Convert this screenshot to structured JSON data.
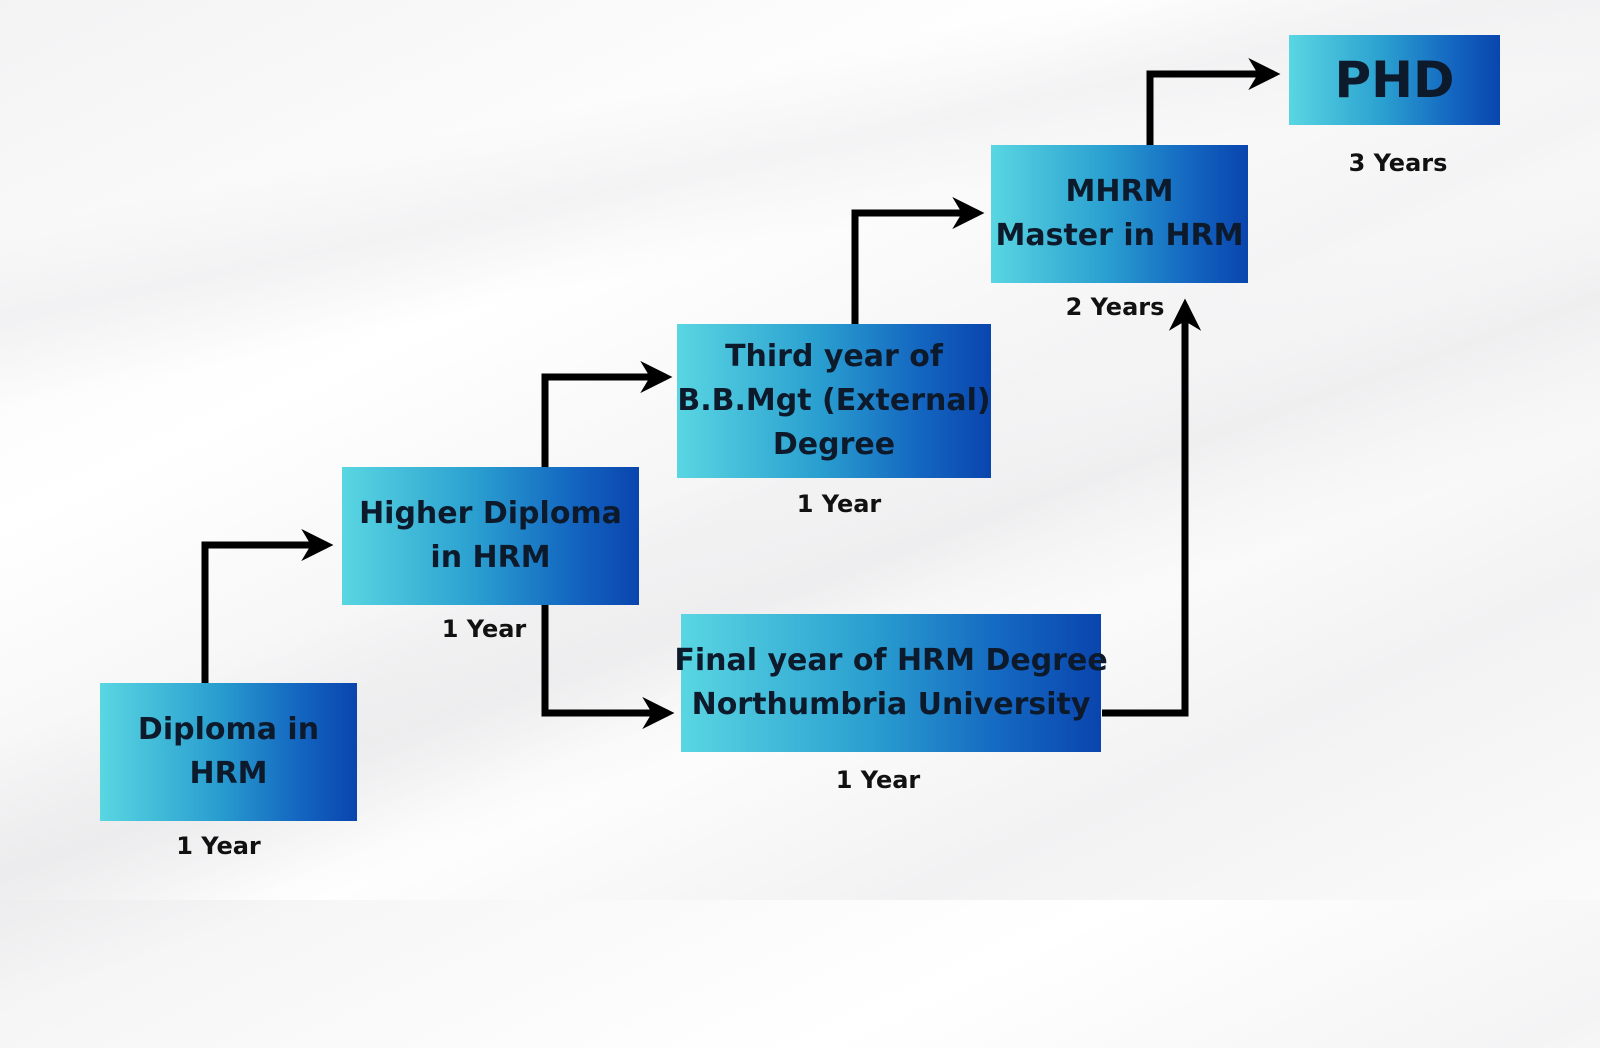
{
  "steps": {
    "diploma": {
      "line1": "Diploma in",
      "line2": "HRM",
      "duration": "1 Year"
    },
    "higher_diploma": {
      "line1": "Higher Diploma",
      "line2": "in HRM",
      "duration": "1 Year"
    },
    "third_year": {
      "line1": "Third year of",
      "line2": "B.B.Mgt (External)",
      "line3": "Degree",
      "duration": "1 Year"
    },
    "final_year": {
      "line1": "Final year of HRM Degree",
      "line2": "Northumbria University",
      "duration": "1 Year"
    },
    "mhrm": {
      "line1": "MHRM",
      "line2": "Master in HRM",
      "duration": "2 Years"
    },
    "phd": {
      "label": "PHD",
      "duration": "3 Years"
    }
  },
  "colors": {
    "box_gradient_start": "#59d6e2",
    "box_gradient_end": "#0a45ae",
    "text": "#0d1a2b",
    "arrow": "#000000"
  }
}
